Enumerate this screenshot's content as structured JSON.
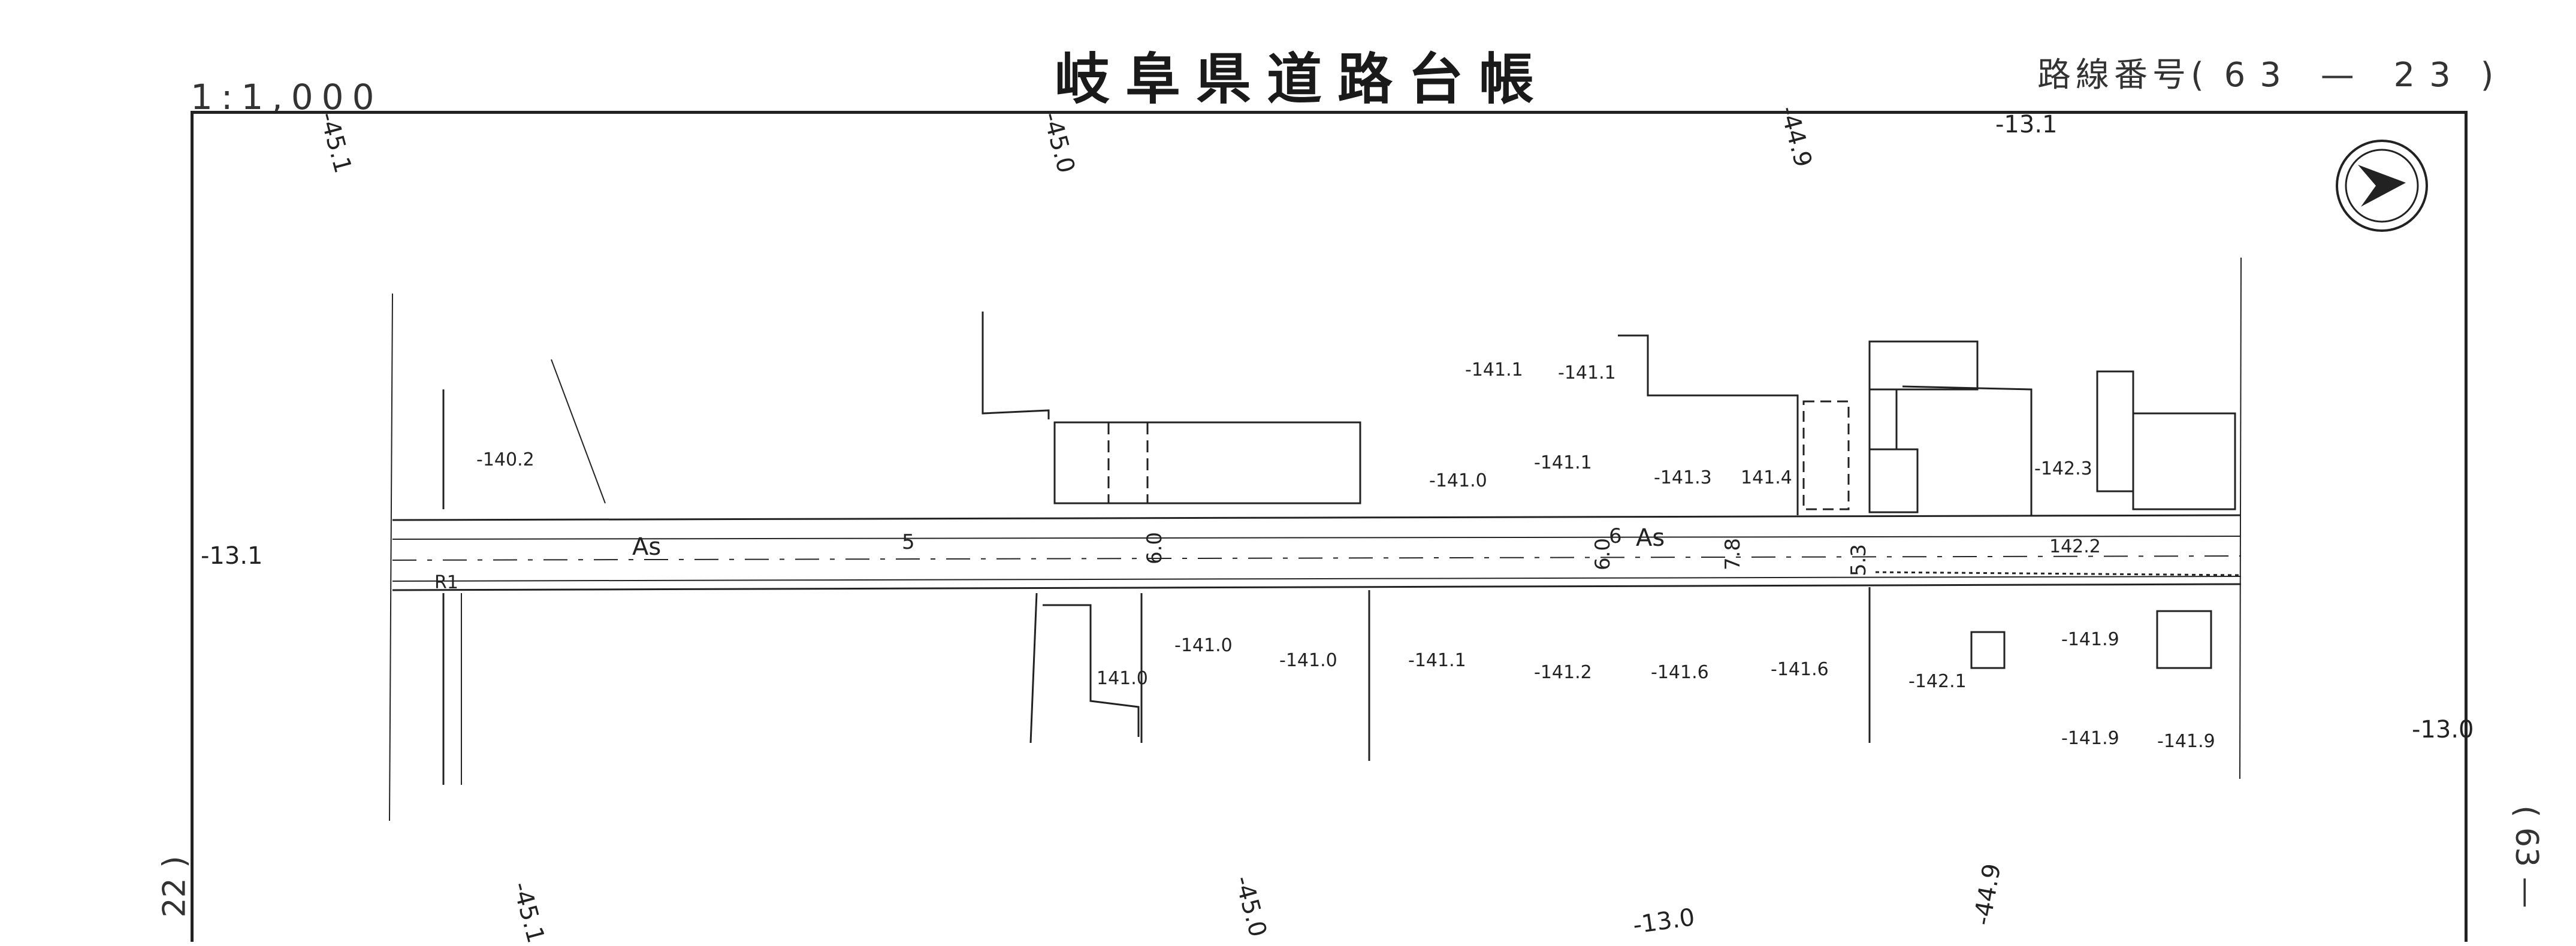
{
  "header": {
    "title": "岐阜県道路台帳",
    "scale": "1:1,000",
    "route_label": "路線番号(",
    "route_number": "63 — 23",
    "route_close": ")"
  },
  "margins": {
    "left_bottom": "22 )",
    "right_bottom": "( 63 —"
  },
  "coordinates": {
    "top": [
      "-45.1",
      "-45.0",
      "-44.9",
      "-13.1"
    ],
    "bottom": [
      "-45.1",
      "-45.0",
      "-13.0",
      "-44.9"
    ],
    "left": "-13.1",
    "right": "-13.0"
  },
  "road": {
    "surface": [
      "As",
      "As"
    ],
    "widths": [
      "5",
      "6.0",
      "6.0",
      "6",
      "7.8",
      "5.3"
    ],
    "marker": "R1"
  },
  "elevations": {
    "north": [
      "-140.2",
      "-141.1",
      "-141.1",
      "-141.0",
      "-141.1",
      "-141.3",
      "141.4",
      "-142.3",
      "142.2"
    ],
    "south": [
      "141.0",
      "-141.0",
      "-141.0",
      "-141.1",
      "-141.2",
      "-141.6",
      "-141.6",
      "-142.1",
      "-141.9",
      "-141.9",
      "-141.9"
    ]
  },
  "icons": {
    "north_arrow": "north-arrow-icon"
  },
  "colors": {
    "ink": "#222222",
    "paper": "#ffffff"
  }
}
